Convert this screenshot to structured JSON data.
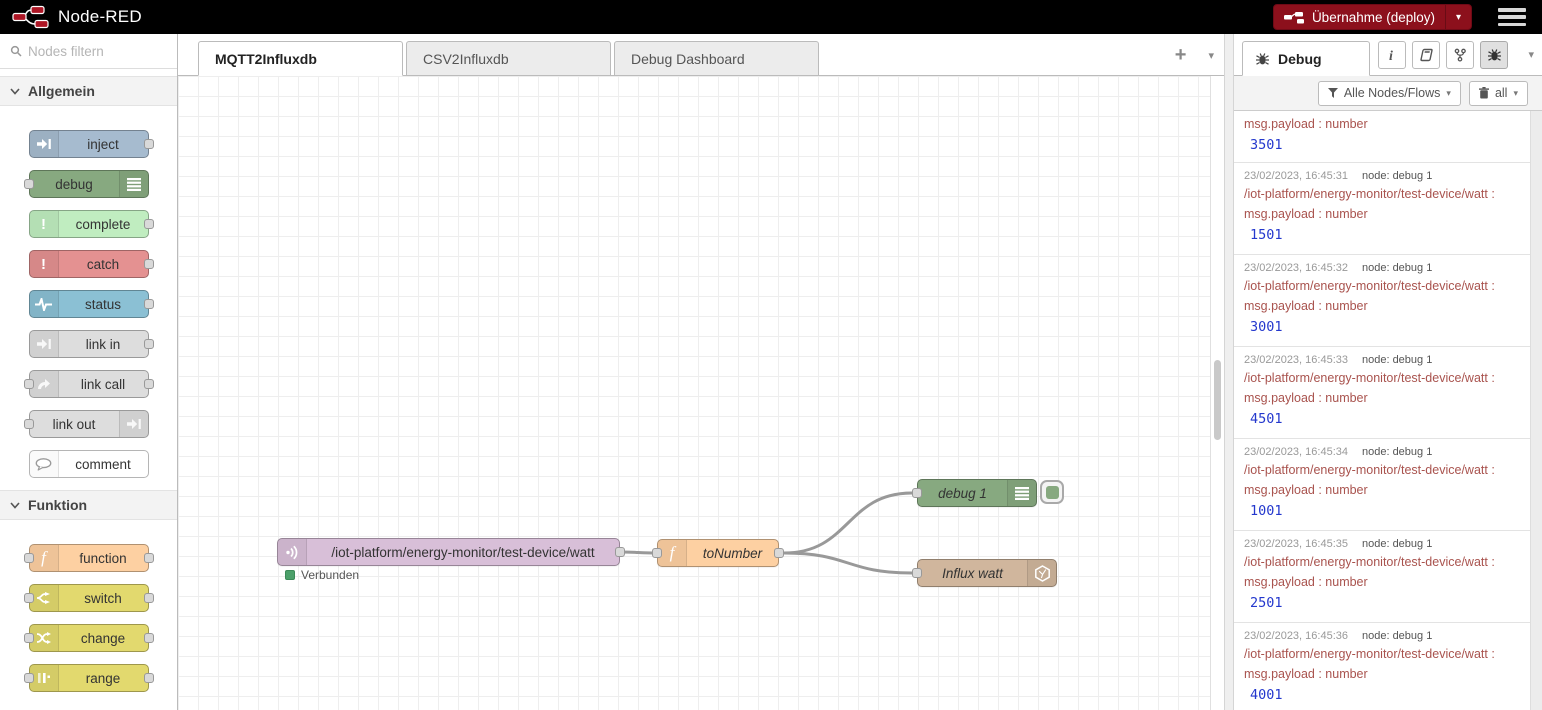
{
  "colors": {
    "header_bg": "#000000",
    "deploy_red": "#8C101C",
    "wire_gray": "#999999",
    "debug_value_blue": "#2438cd",
    "debug_topic_red": "#a9534e",
    "status_connected_green": "#4ca06a",
    "node_mqtt": "#d8bfd8",
    "node_function": "#fdd0a2",
    "node_debug": "#87a980",
    "node_influx": "#d0b69d"
  },
  "icons": {
    "add": "+",
    "chevron_down": "▾"
  },
  "header": {
    "app_name": "Node-RED",
    "deploy_label": "Übernahme (deploy)"
  },
  "palette": {
    "search_placeholder": "Nodes filtern",
    "categories": [
      {
        "label": "Allgemein",
        "nodes": [
          {
            "label": "inject",
            "color": "#a6bbcf"
          },
          {
            "label": "debug",
            "color": "#87a980"
          },
          {
            "label": "complete",
            "color": "#c0edc0"
          },
          {
            "label": "catch",
            "color": "#e49191"
          },
          {
            "label": "status",
            "color": "#8bc0d4"
          },
          {
            "label": "link in",
            "color": "#dddddd"
          },
          {
            "label": "link call",
            "color": "#dddddd"
          },
          {
            "label": "link out",
            "color": "#dddddd"
          },
          {
            "label": "comment",
            "color": "#ffffff"
          }
        ]
      },
      {
        "label": "Funktion",
        "nodes": [
          {
            "label": "function",
            "color": "#fdd0a2"
          },
          {
            "label": "switch",
            "color": "#e2d96e"
          },
          {
            "label": "change",
            "color": "#e2d96e"
          },
          {
            "label": "range",
            "color": "#e2d96e"
          }
        ]
      }
    ]
  },
  "workspace": {
    "tabs": [
      {
        "label": "MQTT2Influxdb"
      },
      {
        "label": "CSV2Influxdb"
      },
      {
        "label": "Debug Dashboard"
      }
    ]
  },
  "flow": {
    "mqtt": {
      "label": "/iot-platform/energy-monitor/test-device/watt",
      "status": "Verbunden",
      "color": "#d8bfd8"
    },
    "function": {
      "label": "toNumber",
      "color": "#fdd0a2"
    },
    "debug": {
      "label": "debug 1",
      "color": "#87a980"
    },
    "influx": {
      "label": "Influx watt",
      "color": "#d0b69d"
    }
  },
  "sidebar": {
    "tab_label": "Debug",
    "filter_label": "Alle Nodes/Flows",
    "clear_label": "all",
    "messages": [
      {
        "property": "msg.payload : number",
        "value": "3501"
      },
      {
        "time": "23/02/2023, 16:45:31",
        "node": "node: debug 1",
        "topic": "/iot-platform/energy-monitor/test-device/watt :",
        "property": "msg.payload : number",
        "value": "1501"
      },
      {
        "time": "23/02/2023, 16:45:32",
        "node": "node: debug 1",
        "topic": "/iot-platform/energy-monitor/test-device/watt :",
        "property": "msg.payload : number",
        "value": "3001"
      },
      {
        "time": "23/02/2023, 16:45:33",
        "node": "node: debug 1",
        "topic": "/iot-platform/energy-monitor/test-device/watt :",
        "property": "msg.payload : number",
        "value": "4501"
      },
      {
        "time": "23/02/2023, 16:45:34",
        "node": "node: debug 1",
        "topic": "/iot-platform/energy-monitor/test-device/watt :",
        "property": "msg.payload : number",
        "value": "1001"
      },
      {
        "time": "23/02/2023, 16:45:35",
        "node": "node: debug 1",
        "topic": "/iot-platform/energy-monitor/test-device/watt :",
        "property": "msg.payload : number",
        "value": "2501"
      },
      {
        "time": "23/02/2023, 16:45:36",
        "node": "node: debug 1",
        "topic": "/iot-platform/energy-monitor/test-device/watt :",
        "property": "msg.payload : number",
        "value": "4001"
      }
    ]
  }
}
